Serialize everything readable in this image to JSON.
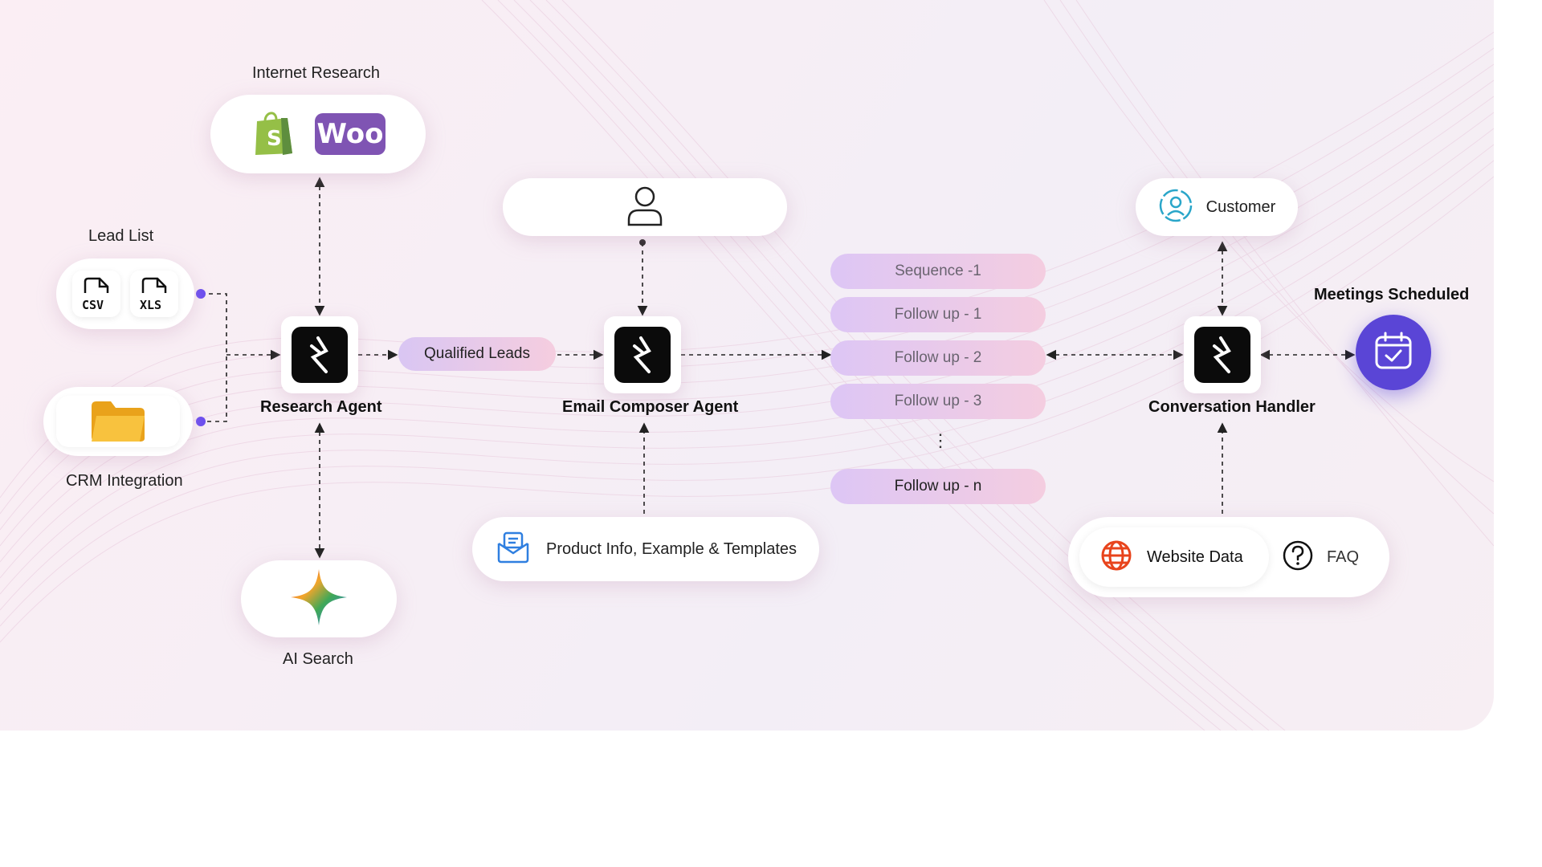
{
  "nodes": {
    "internet_research": "Internet Research",
    "woo_logo": "Woo",
    "lead_list": "Lead List",
    "csv": "CSV",
    "xls": "XLS",
    "crm_integration": "CRM Integration",
    "research_agent": "Research Agent",
    "qualified_leads": "Qualified Leads",
    "email_composer_agent": "Email Composer Agent",
    "product_info": "Product Info, Example & Templates",
    "ai_search": "AI Search",
    "conversation_handler": "Conversation Handler",
    "customer": "Customer",
    "meetings_scheduled": "Meetings Scheduled",
    "website_data": "Website Data",
    "faq": "FAQ"
  },
  "sequence": [
    "Sequence -1",
    "Follow up - 1",
    "Follow up - 2",
    "Follow up - 3",
    "Follow up - n"
  ],
  "ellipsis": "⋮",
  "icons": [
    "shopify-icon",
    "woocommerce-icon",
    "user-icon",
    "csv-file-icon",
    "xls-file-icon",
    "folder-icon",
    "agent-logo-icon",
    "email-template-icon",
    "ai-sparkle-icon",
    "customer-icon",
    "calendar-check-icon",
    "globe-icon",
    "question-icon"
  ],
  "colors": {
    "accent_purple": "#5a45d6",
    "connector": "#333333",
    "dot": "#6a4cf0",
    "globe": "#e8441c",
    "customer_icon": "#2aa6c9",
    "email_icon": "#2f7fe0",
    "folder": "#f6b935",
    "shopify": "#95bf47",
    "woo": "#7f54b3"
  }
}
